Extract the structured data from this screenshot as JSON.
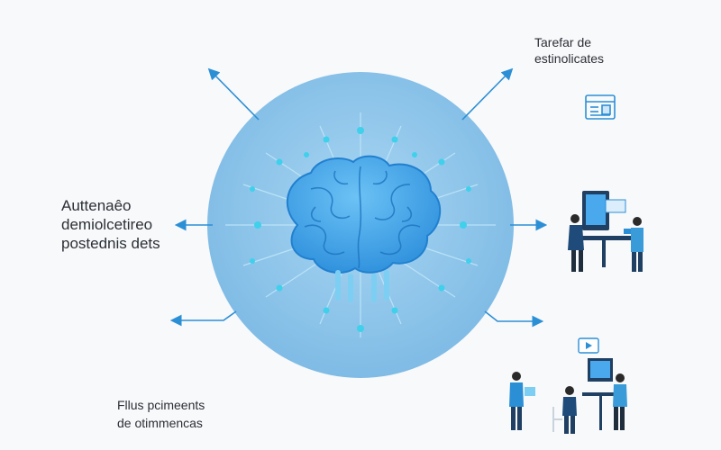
{
  "labels": {
    "left": [
      "Auttenaêo",
      "demiolcetireo",
      "postednis dets"
    ],
    "top_right": [
      "Tarefar de",
      "estinolicates"
    ],
    "bottom_left": [
      "Fllus pcimeents",
      "de otimmencas"
    ]
  },
  "colors": {
    "background": "#f8f9fa",
    "circle": "#8cc4e8",
    "accent": "#2b8fd6",
    "brain": "#4aa8ec",
    "node": "#3fd0ec",
    "text": "#2b2f36"
  }
}
